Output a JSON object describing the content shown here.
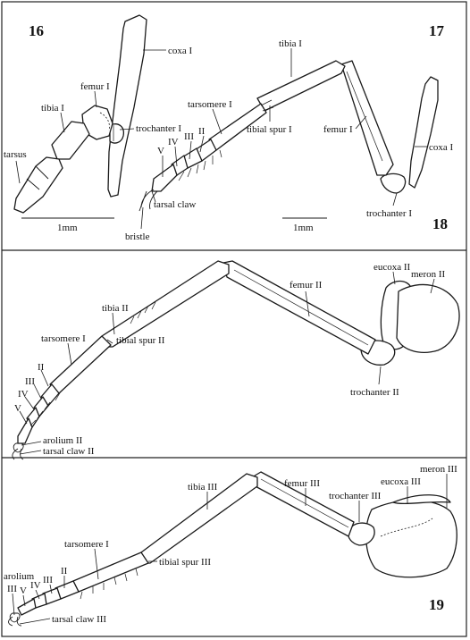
{
  "figures": {
    "fig16": {
      "number": "16",
      "labels": {
        "coxa": "coxa I",
        "femur": "femur I",
        "tibia": "tibia I",
        "trochanter": "trochanter I",
        "tarsus": "tarsus"
      },
      "scale_bar": "1mm"
    },
    "fig17": {
      "number": "17",
      "labels": {
        "tibia": "tibia I",
        "tarsomere": "tarsomere I",
        "tibial_spur": "tibial spur I",
        "femur": "femur I",
        "coxa": "coxa I",
        "roman_ii": "II",
        "roman_iii": "III",
        "roman_iv": "IV",
        "roman_v": "V",
        "tarsal_claw": "tarsal claw",
        "bristle": "bristle",
        "trochanter": "trochanter I"
      },
      "scale_bar": "1mm"
    },
    "fig18": {
      "number": "18",
      "labels": {
        "eucoxa": "eucoxa II",
        "meron": "meron II",
        "femur": "femur II",
        "tibia": "tibia II",
        "tibial_spur": "tibial spur II",
        "tarsomere": "tarsomere I",
        "roman_ii": "II",
        "roman_iii": "III",
        "roman_iv": "IV",
        "roman_v": "V",
        "trochanter": "trochanter II",
        "arolium": "arolium II",
        "tarsal_claw": "tarsal claw II"
      }
    },
    "fig19": {
      "number": "19",
      "labels": {
        "tibia": "tibia III",
        "femur": "femur III",
        "meron": "meron III",
        "eucoxa": "eucoxa III",
        "trochanter": "trochanter III",
        "tibial_spur": "tibial spur III",
        "tarsomere": "tarsomere I",
        "arolium": "arolium",
        "roman_iii_top": "III",
        "roman_ii": "II",
        "roman_iii": "III",
        "roman_iv": "IV",
        "roman_v": "V",
        "tarsal_claw": "tarsal claw III"
      }
    }
  }
}
